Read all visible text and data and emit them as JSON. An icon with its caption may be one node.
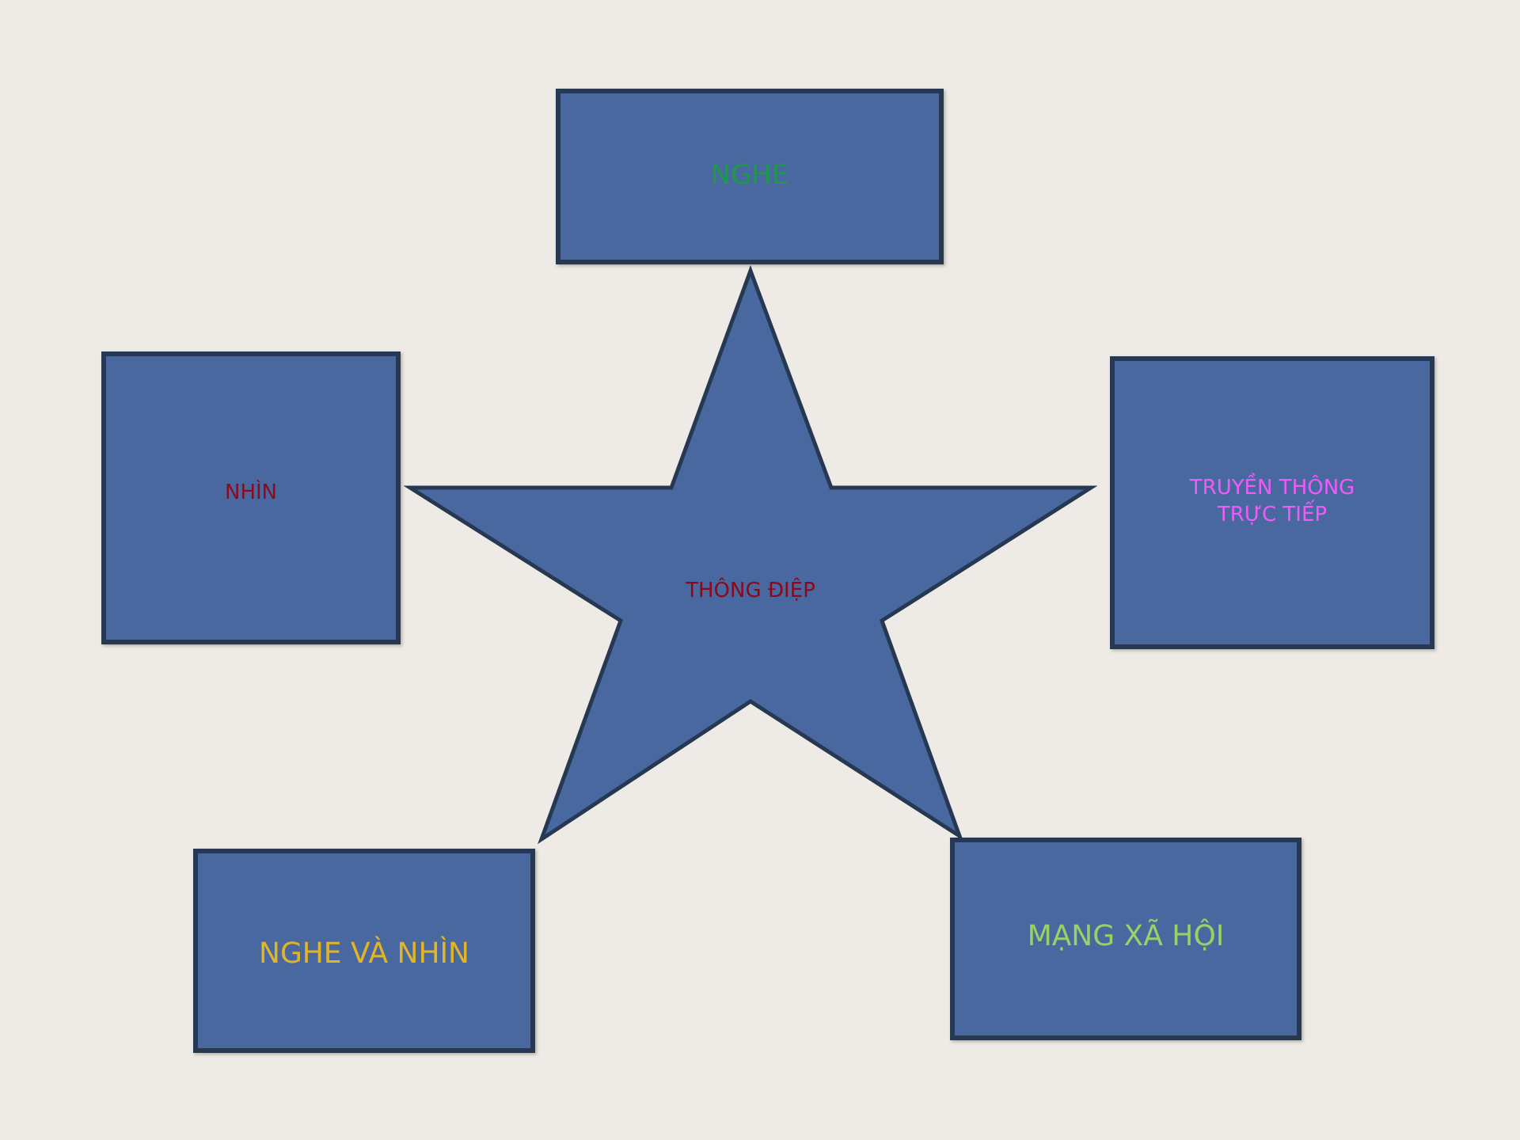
{
  "diagram": {
    "nodes": [
      {
        "text": [
          "NGHE"
        ]
      },
      {
        "text": [
          "NHÌN"
        ]
      },
      {
        "text": [
          "TRUYỀN THÔNG TRỰC TIẾP"
        ]
      },
      {
        "text": [
          "THÔNG ĐIỆP"
        ]
      },
      {
        "text": [
          "NGHE VÀ NHÌN"
        ]
      },
      {
        "text": [
          "MẠNG XÃ HỘI"
        ]
      }
    ]
  }
}
